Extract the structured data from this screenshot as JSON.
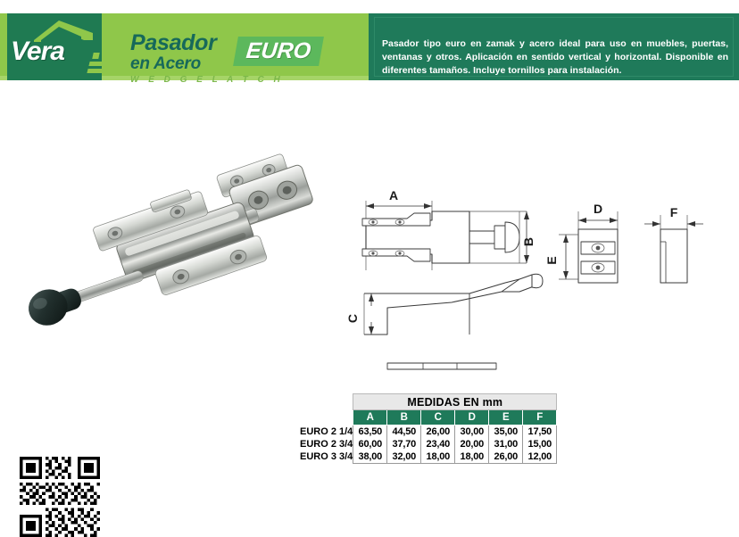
{
  "brand": {
    "logo_text": "Vera",
    "logo_panel_color": "#1f7a52"
  },
  "header": {
    "title_main": "Pasador",
    "title_sub": "en Acero",
    "title_en": "W E D G E   L A T C H",
    "badge_label": "EURO",
    "band_color_light": "#8fc74a",
    "band_color_dark": "#1f7a5a",
    "badge_color": "#5cb85c",
    "description": "Pasador tipo euro en zamak y acero ideal para uso en muebles, puertas, ventanas y otros. Aplicación en sentido vertical y horizontal. Disponible en diferentes tamaños. Incluye tornillos para instalación."
  },
  "product_photo": {
    "alt": "pasador-euro-chrome-barrel-bolt-with-black-knob"
  },
  "drawings": {
    "dim_a": "A",
    "dim_b": "B",
    "dim_c": "C",
    "dim_d": "D",
    "dim_e": "E",
    "dim_f": "F"
  },
  "chart_data": {
    "type": "table",
    "title": "MEDIDAS EN mm",
    "title_unit": "mm",
    "columns": [
      "A",
      "B",
      "C",
      "D",
      "E",
      "F"
    ],
    "rows": [
      {
        "model": "EURO 2 1/4",
        "values": [
          "63,50",
          "44,50",
          "26,00",
          "30,00",
          "35,00",
          "17,50"
        ]
      },
      {
        "model": "EURO 2 3/4",
        "values": [
          "60,00",
          "37,70",
          "23,40",
          "20,00",
          "31,00",
          "15,00"
        ]
      },
      {
        "model": "EURO 3 3/4",
        "values": [
          "38,00",
          "32,00",
          "18,00",
          "18,00",
          "26,00",
          "12,00"
        ]
      }
    ]
  },
  "qr": {
    "name": "qr-code"
  }
}
